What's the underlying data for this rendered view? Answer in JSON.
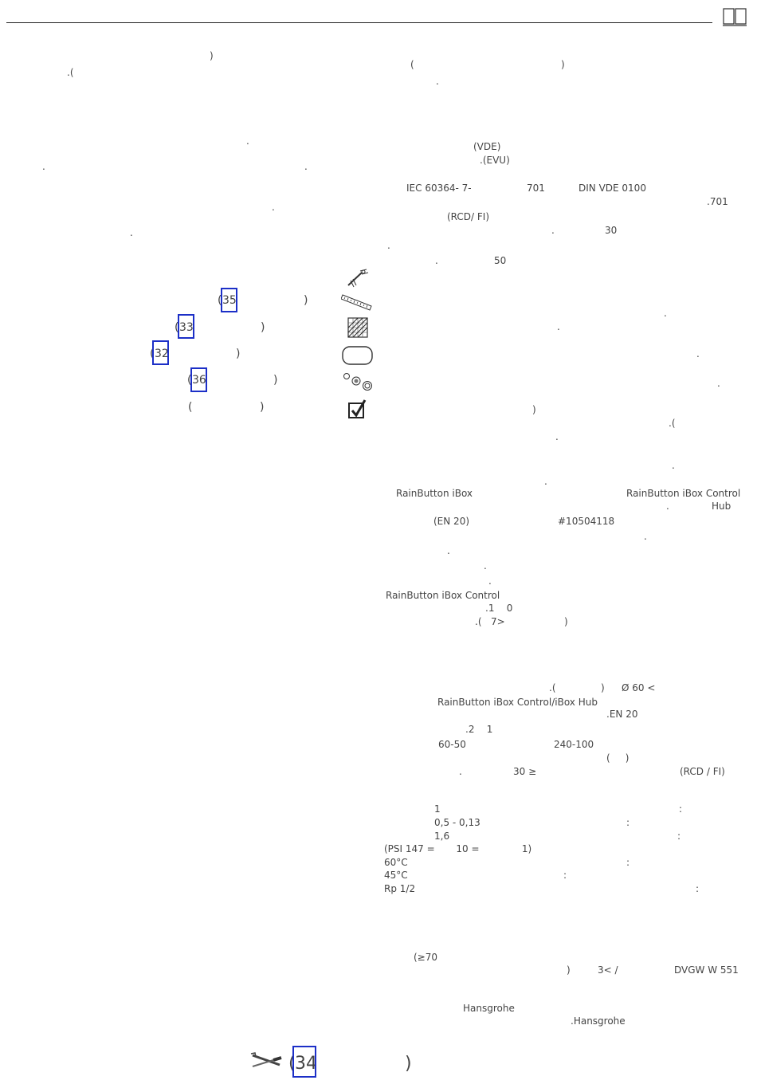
{
  "header": {
    "book_icon": "open-book-icon"
  },
  "left": {
    "l1": ")",
    "l2": ".(",
    "dots": [
      ".",
      ".",
      ".",
      ".",
      "."
    ],
    "refs": [
      {
        "pre": "(",
        "num": "35",
        "post": ")"
      },
      {
        "pre": "(",
        "num": "33",
        "post": ")"
      },
      {
        "pre": "(",
        "num": "32",
        "post": ")"
      },
      {
        "pre": "(",
        "num": "36",
        "post": ")"
      },
      {
        "pre": "(",
        "num": "",
        "post": ")"
      }
    ],
    "icons": [
      "caulking-gun-icon",
      "ruler-icon",
      "hatched-pattern-icon",
      "rounded-rectangle-icon",
      "fittings-icon",
      "checkbox-check-icon"
    ]
  },
  "right": {
    "p1": {
      "a": "(",
      "b": ")",
      "c": "."
    },
    "vde": "(VDE)",
    "evu": ".(EVU)",
    "iec": "IEC 60364- 7-",
    "n701": "701",
    "din": "DIN VDE 0100",
    "n701b": ".701",
    "rcd": "(RCD/ FI)",
    "dot1": ".",
    "n30": "30",
    "dot2": ".",
    "dot3": ".",
    "n50": "50",
    "d4": ".",
    "d5": ".",
    "d6": ".",
    "d7": ".",
    "paren1": ")",
    "paren2": ".(",
    "d8": ".",
    "d9": ".",
    "d10": ".",
    "rb1": "RainButton iBox",
    "rb2": "RainButton iBox Control",
    "dot_hub": ".",
    "hub": "Hub",
    "en20": "(EN 20)",
    "num": "#10504118",
    "d11": ".",
    "d12": ".",
    "d13": ".",
    "d14": ".",
    "rb3": "RainButton iBox Control",
    "ten": ".1    0",
    "seven": ".(   7>",
    "seven_close": ")",
    "s2a": ".(",
    "s2b": ")",
    "s2c": "Ø 60 <",
    "s2d": "RainButton iBox Control/iBox Hub",
    "s2e": ".EN 20",
    "s2f": ".2    1",
    "s2g": "60-50",
    "s2h": "240-100",
    "s2i": "(     )",
    "s2j": ".",
    "s2k": "30 ≥",
    "s2l": "(RCD / FI)",
    "specs": [
      {
        "val": "1",
        "colon": ":"
      },
      {
        "val": "0,5 - 0,13",
        "colon": ":"
      },
      {
        "val": "1,6",
        "colon": ":"
      }
    ],
    "psi": "(PSI 147 =       10 =              1)",
    "t60": "60°C",
    "t60c": ":",
    "t45": "45°C",
    "t45c": ":",
    "rp": "Rp 1/2",
    "rpc": ":",
    "ge70": "(≥70",
    "dvgw_a": ")",
    "dvgw_b": "3< /",
    "dvgw_c": "DVGW W 551",
    "hansgrohe1": "Hansgrohe",
    "hansgrohe2": ".Hansgrohe"
  },
  "footer": {
    "icon": "wrench-screwdriver-icon",
    "pre": "(",
    "num": "34",
    "post": ")"
  }
}
